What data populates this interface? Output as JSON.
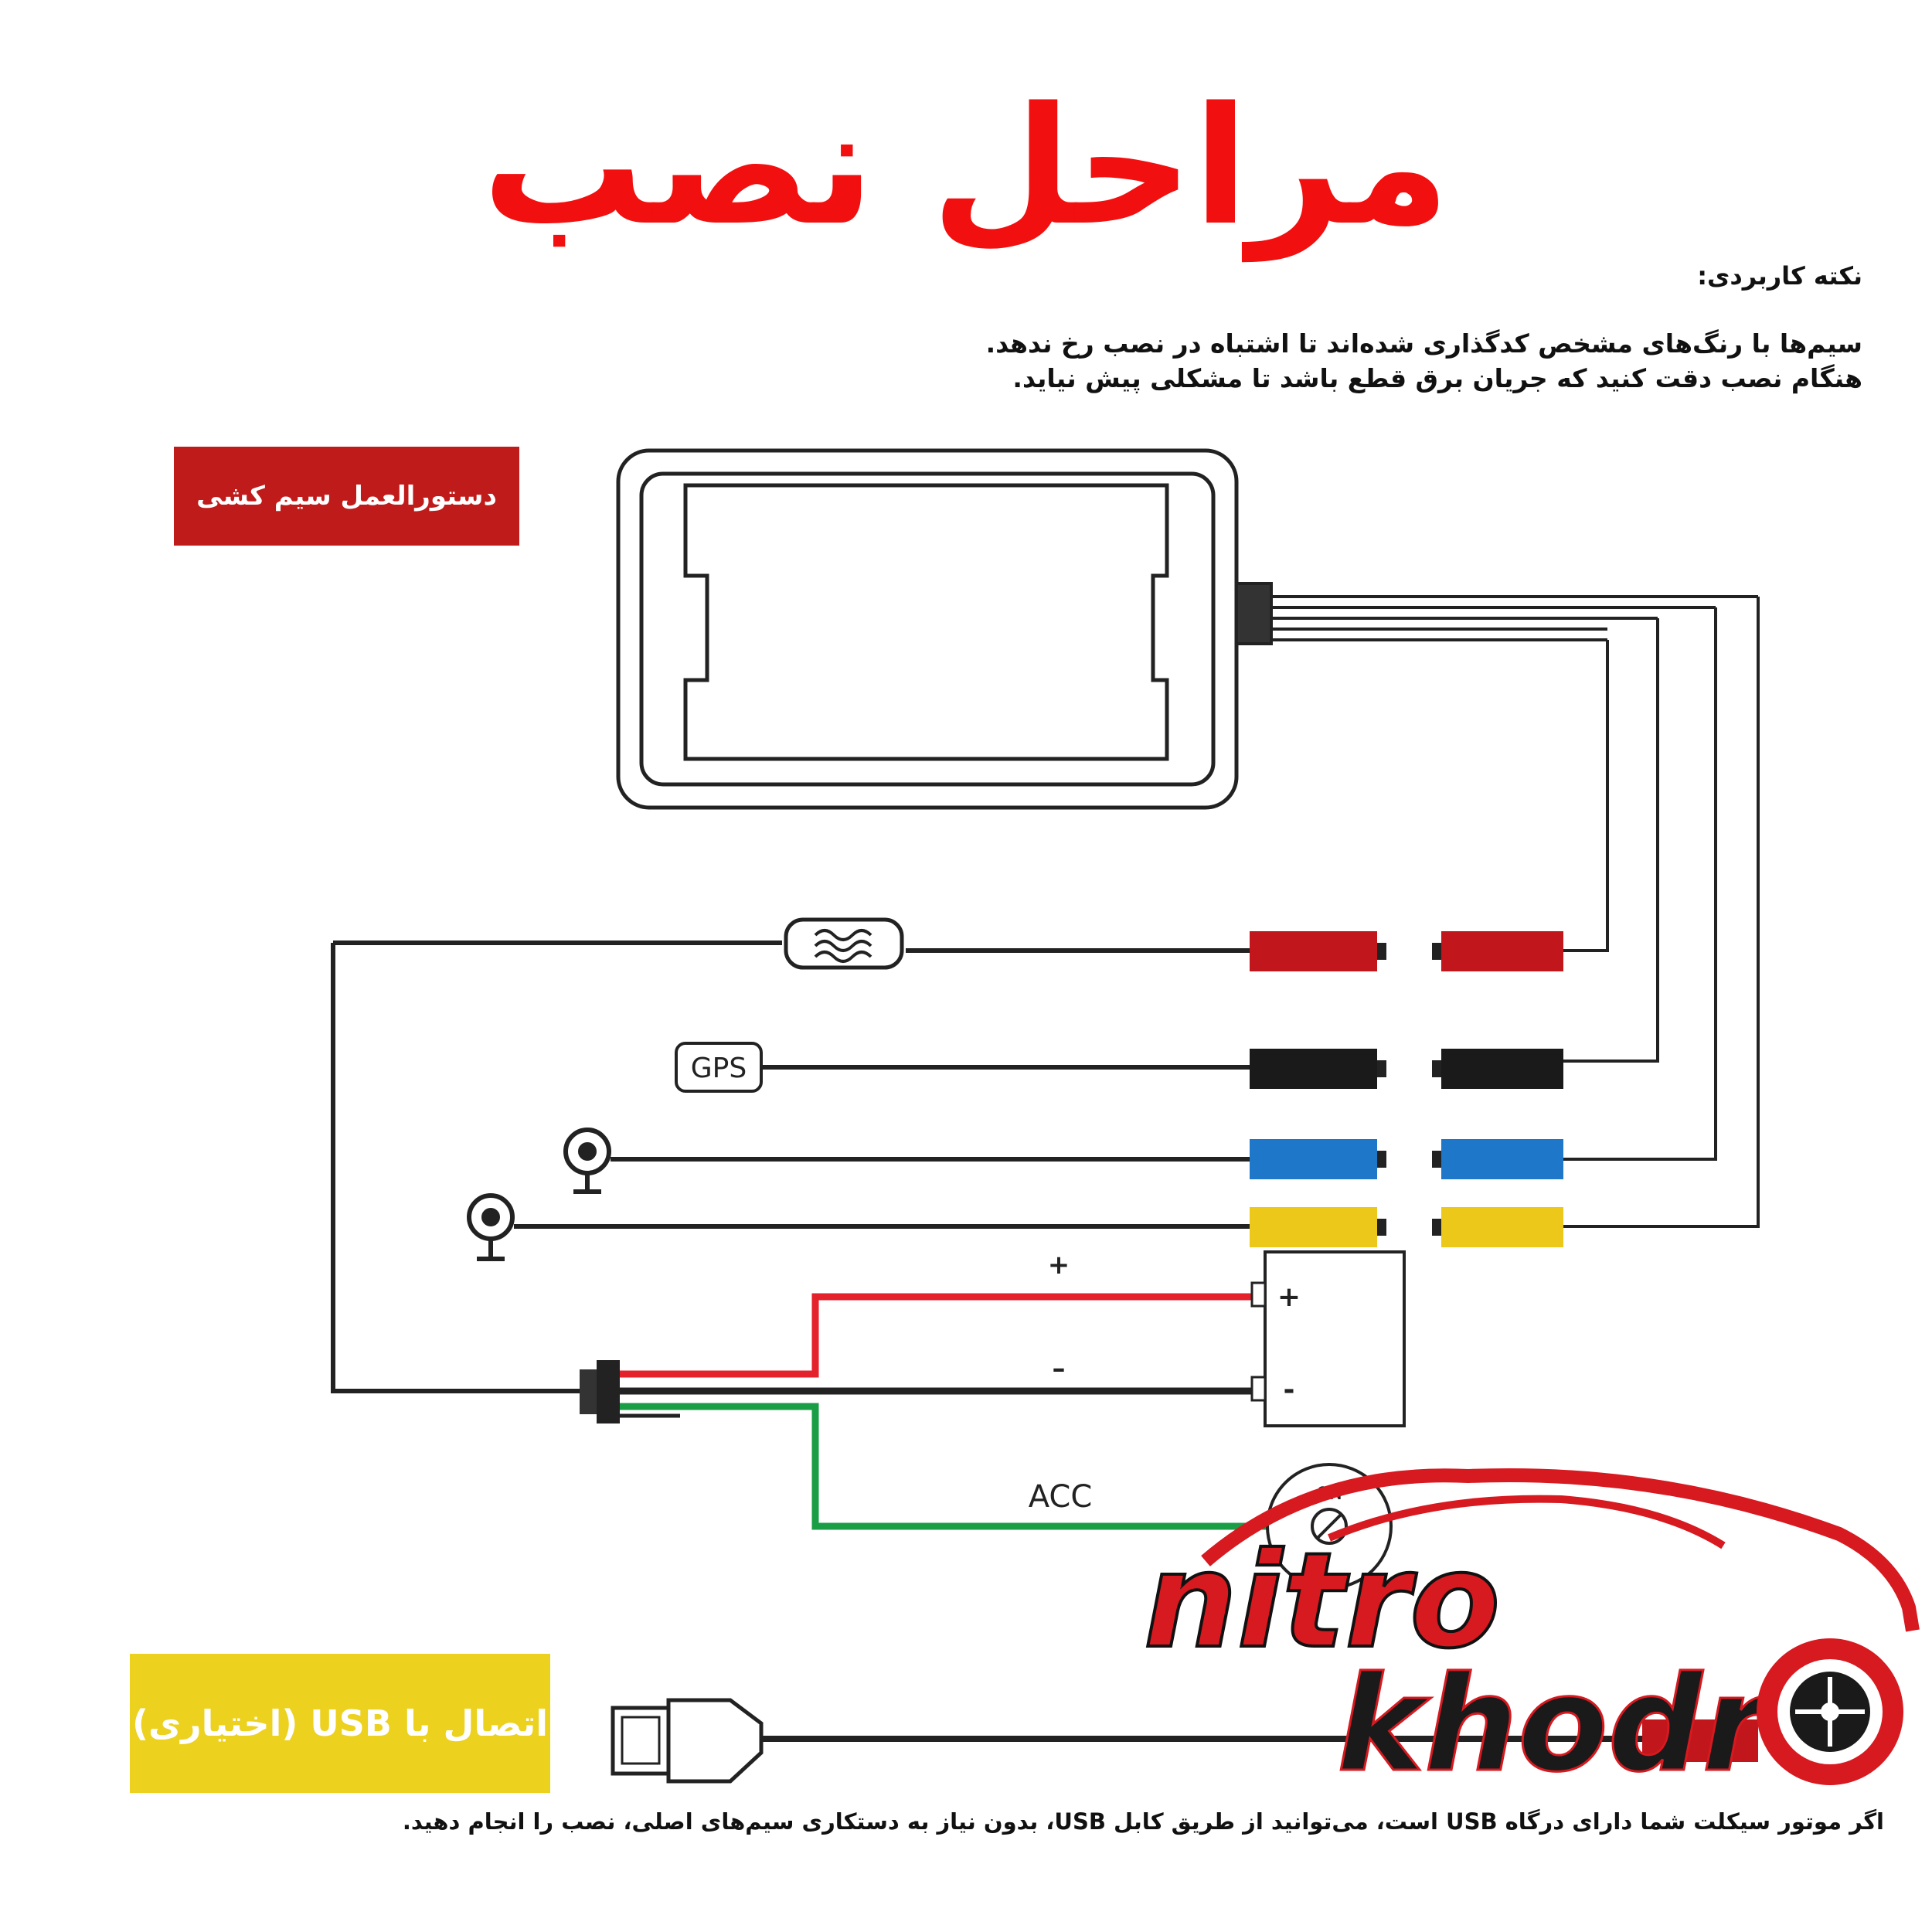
{
  "title": "مراحل نصب",
  "note": {
    "heading": "نکته کاربردی:",
    "line1": "سیم‌ها با رنگ‌های مشخص کدگذاری شده‌اند تا اشتباه در نصب رخ ندهد.",
    "line2": "هنگام نصب دقت کنید که جریان برق قطع باشد تا مشکلی پیش نیاید."
  },
  "wiring_label": "دستورالعمل سیم کشی",
  "diagram": {
    "gps_label": "GPS",
    "plus_label": "+",
    "minus_label": "–",
    "battery_plus": "+",
    "battery_minus": "-",
    "acc_label": "ACC",
    "switch_on": "ON",
    "wire_colors": {
      "red": "#c0161c",
      "black": "#1a1a1a",
      "blue": "#1e77c9",
      "yellow": "#ecc81a",
      "power_red": "#e3222b",
      "acc_green": "#1a9e45"
    }
  },
  "usb_label": "اتصال با USB (اختیاری)",
  "footer": "اگر موتور سیکلت شما دارای درگاه USB است، می‌توانید از طریق کابل USB، بدون نیاز به دستکاری سیم‌های اصلی، نصب را انجام دهید.",
  "logo": {
    "line1": "nitro",
    "line2": "khodr"
  }
}
